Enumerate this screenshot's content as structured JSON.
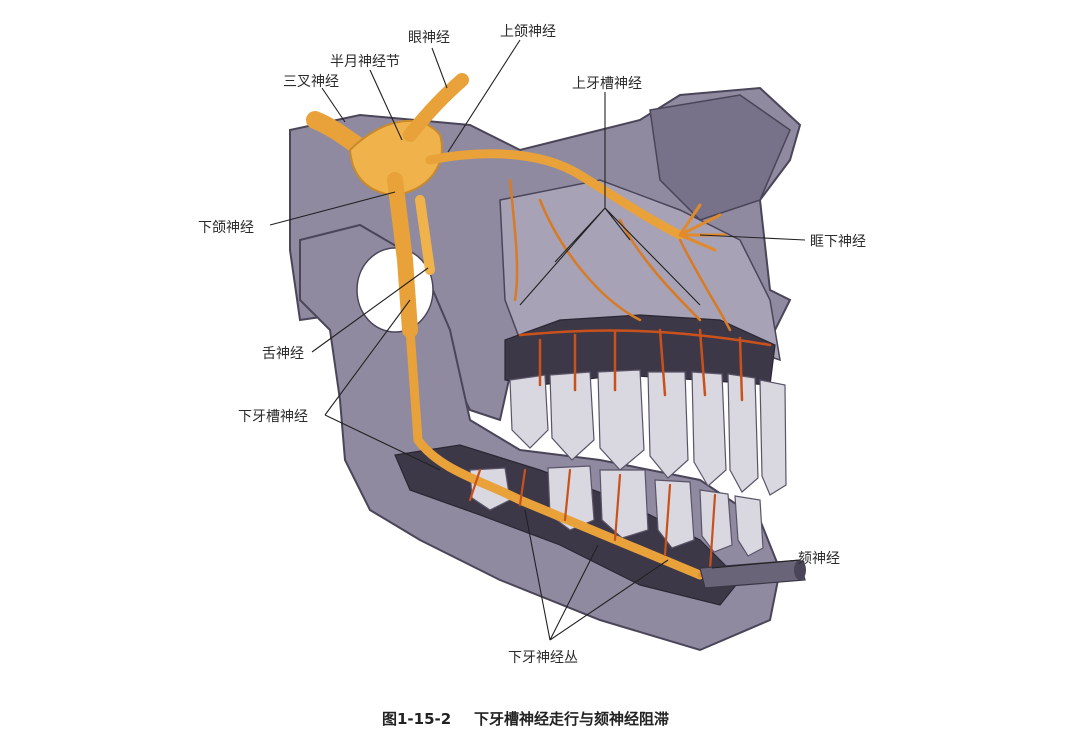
{
  "labels": {
    "ophthalmic": "眼神经",
    "maxillary": "上颌神经",
    "semilunar_ganglion": "半月神经节",
    "trigeminal": "三叉神经",
    "superior_alveolar": "上牙槽神经",
    "mandibular": "下颌神经",
    "infraorbital": "眶下神经",
    "lingual": "舌神经",
    "inferior_alveolar": "下牙槽神经",
    "mental": "颏神经",
    "inferior_dental_plexus": "下牙神经丛"
  },
  "caption": {
    "figure_number": "图1-15-2",
    "title": "下牙槽神经走行与颏神经阻滞"
  },
  "colors": {
    "bone": "#8f8aa0",
    "bone_dark": "#5a5468",
    "bone_light": "#b9b5c6",
    "nerve": "#e9a13a",
    "nerve_light": "#f4c46a",
    "nerve_red": "#c9521c",
    "tooth": "#d9d7e0",
    "marrow": "#3d3848"
  }
}
